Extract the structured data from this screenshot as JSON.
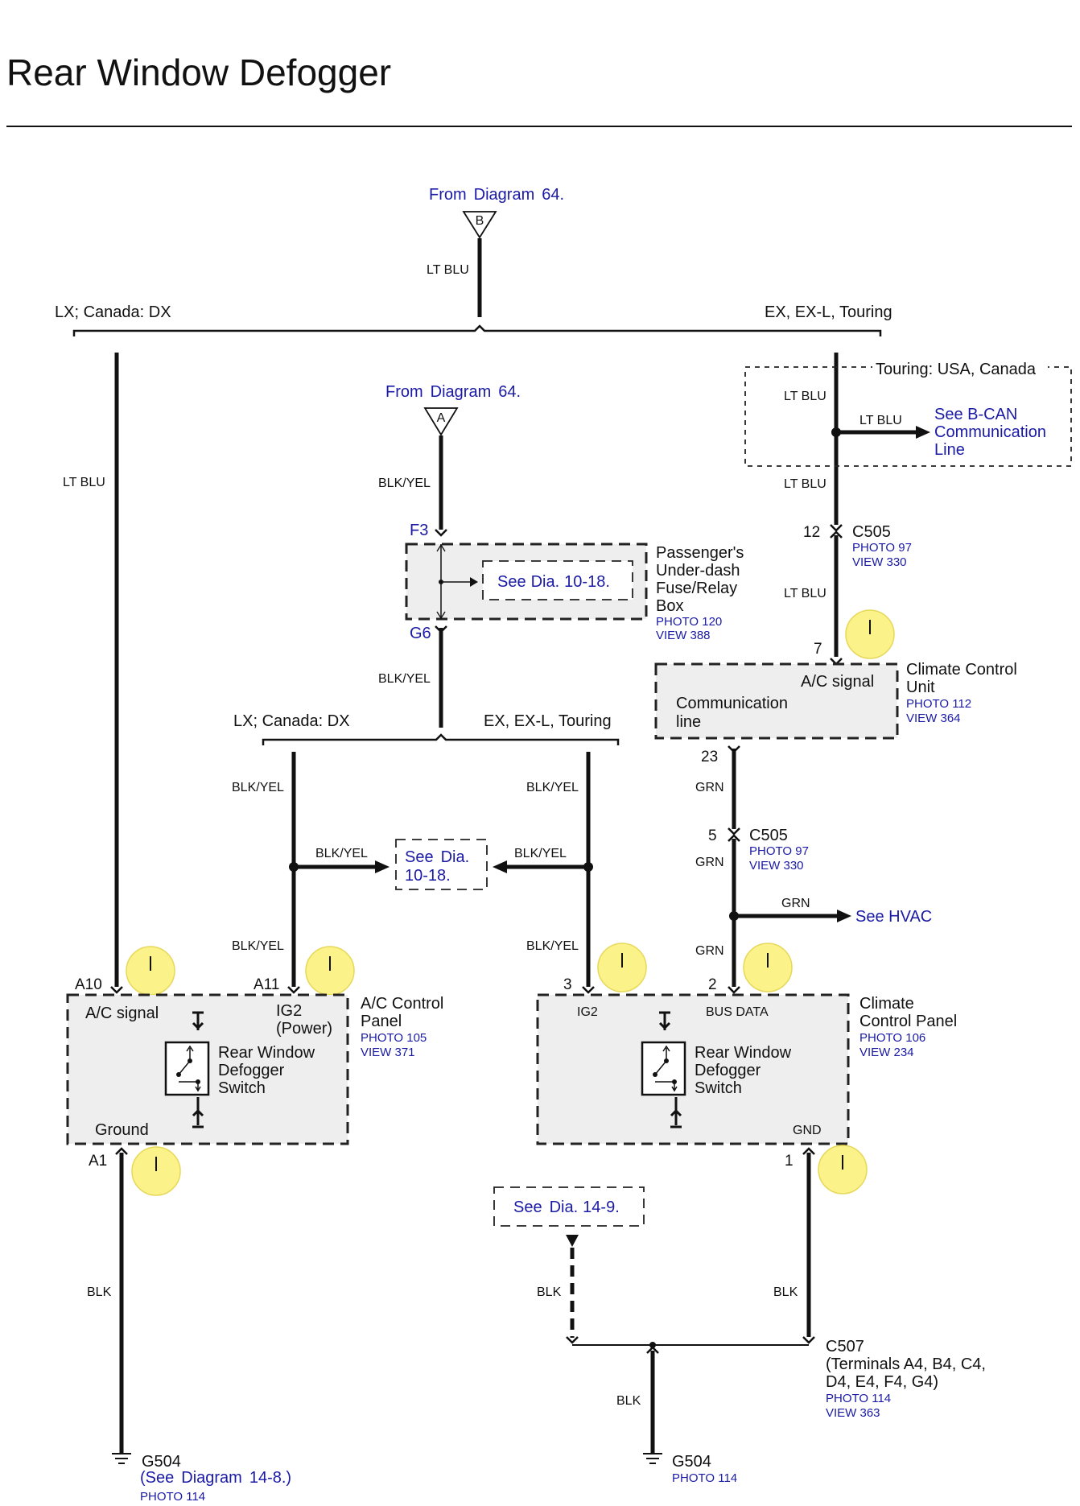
{
  "title": "Rear Window Defogger",
  "colors": {
    "wire": "#111111",
    "reference_text": "#1a1aa6",
    "component_fill": "#eeeeee",
    "pushpin": "#fbf38a"
  },
  "top": {
    "from_diagram": {
      "label": "From",
      "ref": "Diagram",
      "num": "64."
    },
    "connector_b": "B",
    "wire_top": "LT BLU",
    "left_branch": "LX; Canada: DX",
    "right_branch": "EX, EX-L, Touring"
  },
  "left_lt_blu": "LT BLU",
  "middle": {
    "from_diagram": {
      "label": "From",
      "ref": "Diagram",
      "num": "64."
    },
    "connector_a": "A",
    "wire_1": "BLK/YEL",
    "pin_f3": "F3",
    "pin_g6": "G6",
    "see_dia": {
      "label": "See",
      "ref": "Dia.",
      "num": "10-18."
    },
    "fuse_box": [
      "Passenger's",
      "Under-dash",
      "Fuse/Relay",
      "Box"
    ],
    "fuse_photo": "PHOTO 120",
    "fuse_view": "VIEW 388",
    "wire_2": "BLK/YEL",
    "left_branch": "LX; Canada: DX",
    "right_branch": "EX, EX-L, Touring",
    "left_wire": "BLK/YEL",
    "right_wire": "BLK/YEL",
    "arrow_left_wire": "BLK/YEL",
    "arrow_right_wire": "BLK/YEL",
    "ref_box": {
      "label": "See",
      "ref": "Dia.",
      "num": "10-18."
    },
    "left_lower_wire": "BLK/YEL",
    "right_lower_wire": "BLK/YEL"
  },
  "right": {
    "touring_box": "Touring: USA, Canada",
    "wire_1": "LT BLU",
    "wire_bcan": "LT BLU",
    "bcan_ref": [
      "See B-CAN",
      "Communication",
      "Line"
    ],
    "wire_2": "LT BLU",
    "c505_pin": "12",
    "c505": "C505",
    "c505_photo": "PHOTO 97",
    "c505_view": "VIEW 330",
    "wire_3": "LT BLU",
    "ccu_pin": "7",
    "ccu_ac_signal": "A/C signal",
    "ccu_comm": [
      "Communication",
      "line"
    ],
    "ccu_name": [
      "Climate Control",
      "Unit"
    ],
    "ccu_photo": "PHOTO 112",
    "ccu_view": "VIEW 364",
    "ccu_out_pin": "23",
    "wire_4": "GRN",
    "c505b_pin": "5",
    "c505b": "C505",
    "c505b_photo": "PHOTO 97",
    "c505b_view": "VIEW 330",
    "wire_5": "GRN",
    "wire_hvac": "GRN",
    "hvac_ref": "See HVAC",
    "wire_6": "GRN"
  },
  "ac_panel": {
    "pin_a10": "A10",
    "pin_a11": "A11",
    "ac_signal": "A/C signal",
    "ig2": [
      "IG2",
      "(Power)"
    ],
    "switch": [
      "Rear Window",
      "Defogger",
      "Switch"
    ],
    "ground": "Ground",
    "name": [
      "A/C Control",
      "Panel"
    ],
    "photo": "PHOTO 105",
    "view": "VIEW 371",
    "pin_a1": "A1",
    "wire_blk": "BLK",
    "ground_name": "G504",
    "ground_ref": {
      "open": "(See",
      "ref": "Diagram",
      "num": "14-8.)"
    },
    "ground_photo": "PHOTO 114"
  },
  "cc_panel": {
    "pin_3": "3",
    "pin_2": "2",
    "ig2": "IG2",
    "bus_data": "BUS DATA",
    "switch": [
      "Rear Window",
      "Defogger",
      "Switch"
    ],
    "gnd": "GND",
    "name": [
      "Climate",
      "Control Panel"
    ],
    "photo": "PHOTO 106",
    "view": "VIEW 234",
    "pin_1": "1",
    "wire_blk": "BLK"
  },
  "bottom": {
    "see_dia": {
      "label": "See",
      "ref": "Dia.",
      "num": "14-9."
    },
    "wire_dashed": "BLK",
    "c507": "C507",
    "c507_terms": [
      "(Terminals A4, B4, C4,",
      "D4, E4, F4, G4)"
    ],
    "c507_photo": "PHOTO 114",
    "c507_view": "VIEW 363",
    "wire_blk": "BLK",
    "ground_name": "G504",
    "ground_photo": "PHOTO 114"
  }
}
